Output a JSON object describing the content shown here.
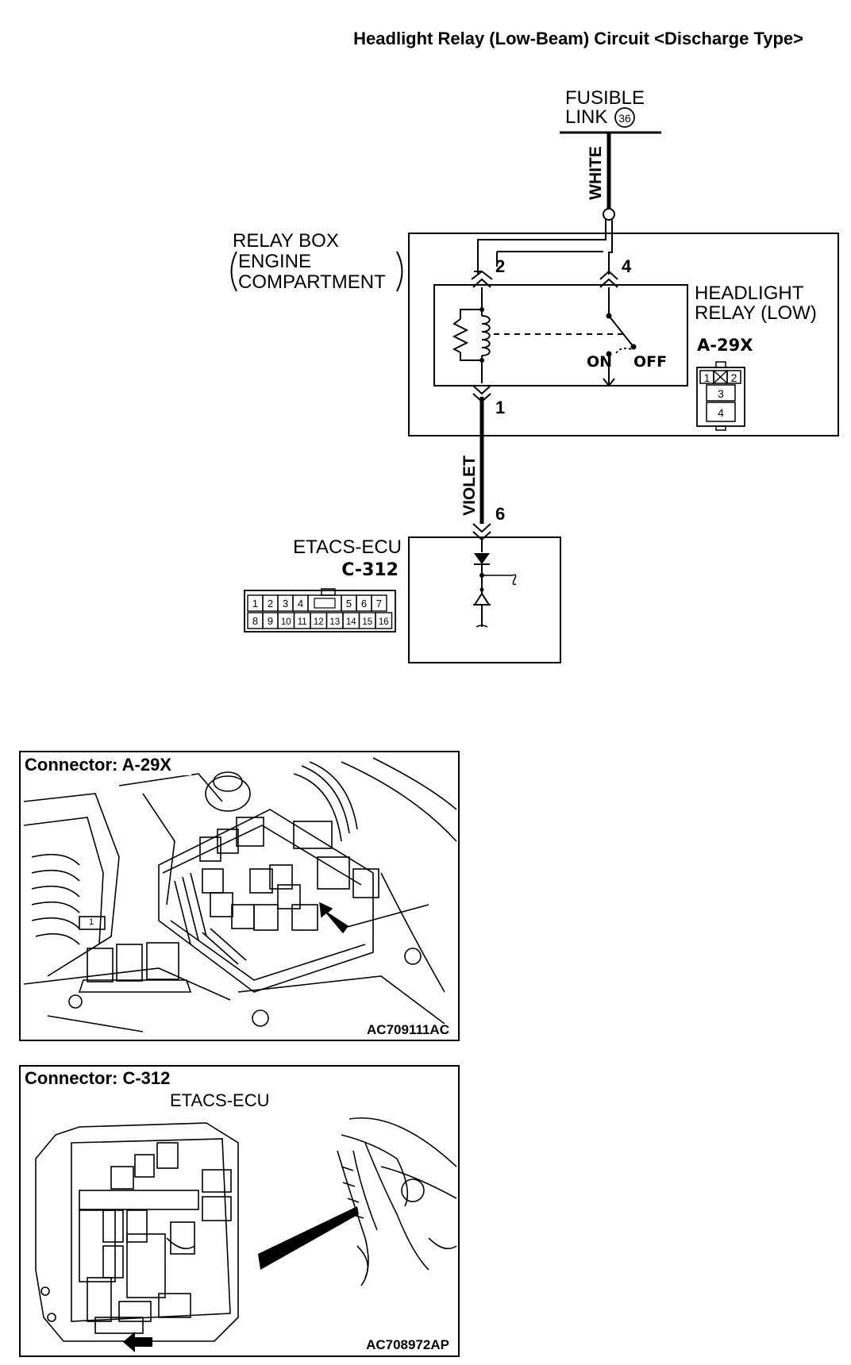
{
  "title": "Headlight Relay (Low-Beam) Circuit <Discharge Type>",
  "fusible_link": {
    "line1": "FUSIBLE",
    "line2": "LINK",
    "number": "36"
  },
  "wires": {
    "white": "WHITE",
    "violet": "VIOLET"
  },
  "relay_box": {
    "line1": "RELAY BOX",
    "line2": "ENGINE",
    "line3": "COMPARTMENT"
  },
  "relay": {
    "line1": "HEADLIGHT",
    "line2": "RELAY (LOW)",
    "connector_id": "A-29X",
    "pin_top_left": "2",
    "pin_top_right": "4",
    "pin_bottom": "1",
    "switch_on": "ON",
    "switch_off": "OFF",
    "connector_face": {
      "top": [
        "1",
        "2"
      ],
      "middle": "3",
      "bottom": "4"
    }
  },
  "ecu": {
    "name": "ETACS-ECU",
    "connector_id": "C-312",
    "pin": "6",
    "connector_row1": [
      "1",
      "2",
      "3",
      "4",
      "",
      "5",
      "6",
      "7"
    ],
    "connector_row2": [
      "8",
      "9",
      "10",
      "11",
      "12",
      "13",
      "14",
      "15",
      "16"
    ]
  },
  "photo1": {
    "label": "Connector: A-29X",
    "code": "AC709111AC"
  },
  "photo2": {
    "label": "Connector: C-312",
    "sublabel": "ETACS-ECU",
    "code": "AC708972AP"
  }
}
